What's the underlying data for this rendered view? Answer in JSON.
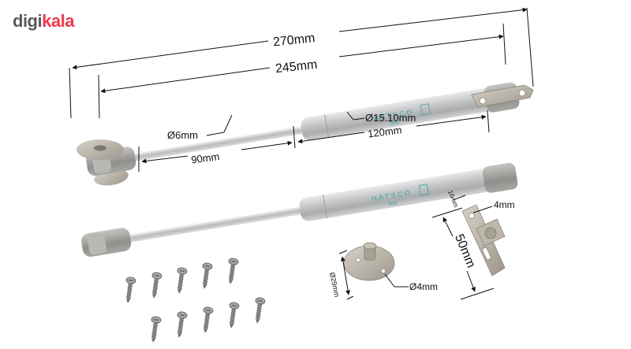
{
  "brand": {
    "part1": "digi",
    "part2": "kala"
  },
  "dimensions": {
    "total_length": "270mm",
    "body_length": "245mm",
    "cylinder_diameter": "Ø15.10mm",
    "rod_diameter": "Ø6mm",
    "rod_length": "90mm",
    "cylinder_length": "120mm",
    "bracket_height": "50mm",
    "bracket_width": "16mm",
    "bracket_hole": "4mm",
    "mount_diameter": "Ø29mm",
    "mount_hole": "Ø4mm"
  },
  "cylinder_label": {
    "brand": "HATSCO",
    "force": "80N"
  },
  "colors": {
    "brand_red": "#ef394e",
    "brand_gray": "#5a5a5a",
    "metal": "#c8c9cb",
    "cap": "#9a9a96",
    "text": "#111111"
  }
}
